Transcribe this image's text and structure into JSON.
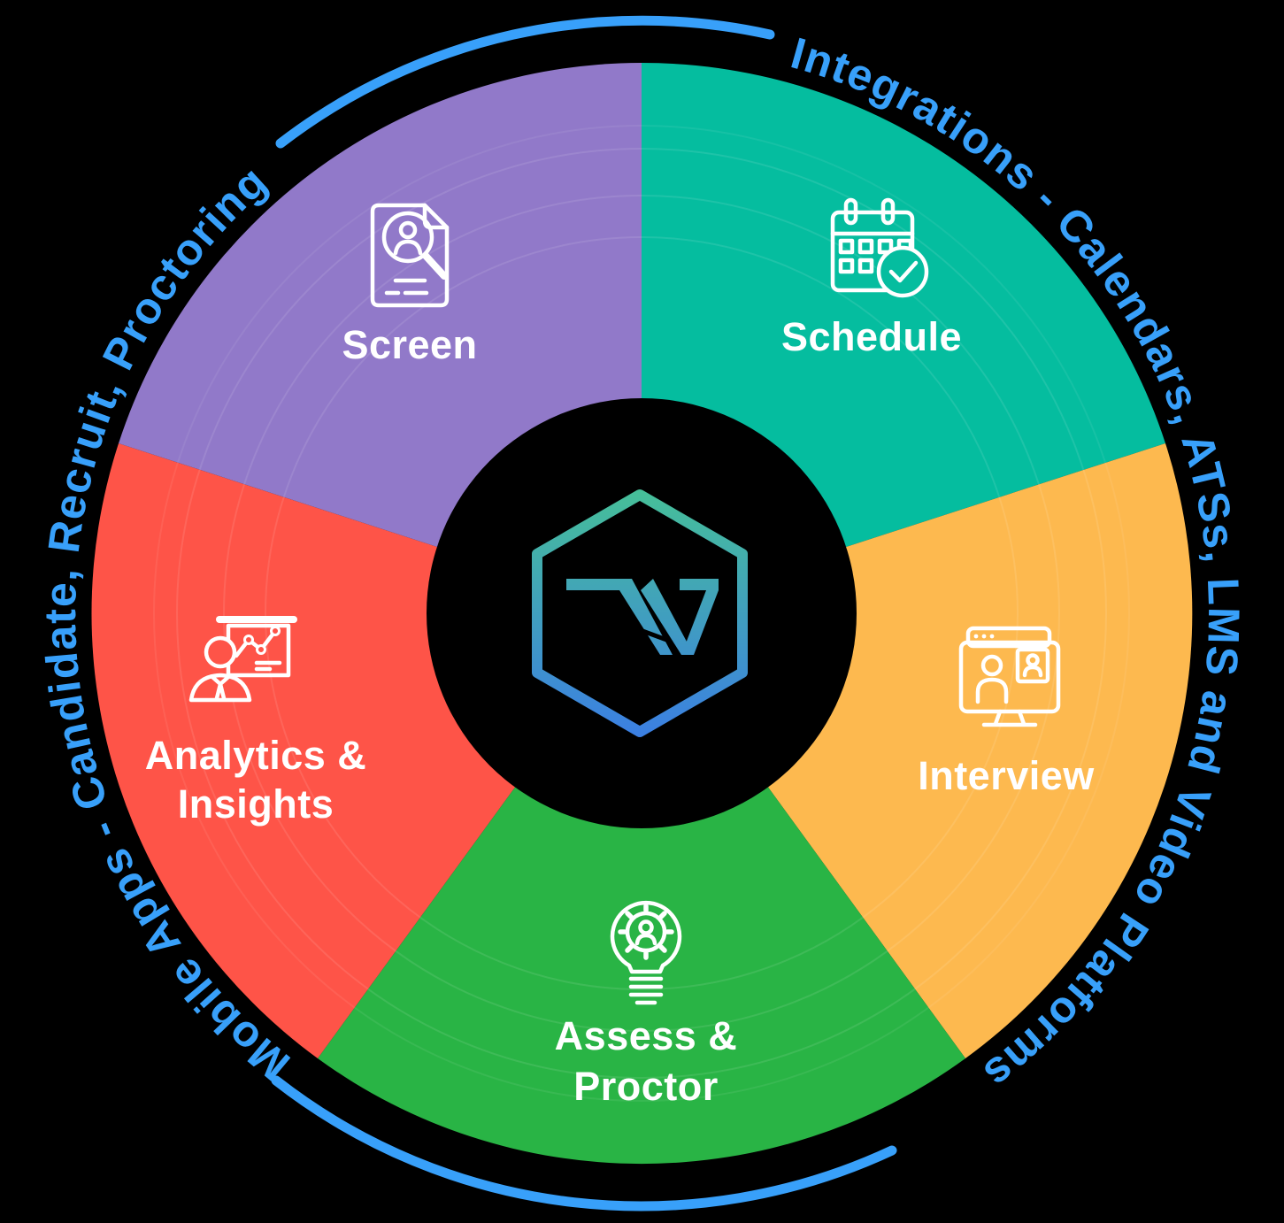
{
  "diagram": {
    "background": "#000000",
    "brand": {
      "logo": "Talview hexagon TV monogram",
      "logo_gradient_top": "#46BF99",
      "logo_gradient_bottom": "#3B7FE3"
    },
    "ring": {
      "accent_color": "#38A0FA",
      "top_text": "Integrations - Calendars, ATSs, LMS and Video Platforms",
      "left_text": "Mobile Apps - Candidate, Recruit, Proctoring"
    },
    "segments": [
      {
        "id": "schedule",
        "lines": [
          "Schedule"
        ],
        "color": "#05BD9F",
        "icon": "calendar-check-icon"
      },
      {
        "id": "interview",
        "lines": [
          "Interview"
        ],
        "color": "#FDB94F",
        "icon": "video-interview-icon"
      },
      {
        "id": "assess-proctor",
        "lines": [
          "Assess &",
          "Proctor"
        ],
        "color": "#29B445",
        "icon": "lightbulb-gear-icon"
      },
      {
        "id": "analytics-insights",
        "lines": [
          "Analytics &",
          "Insights"
        ],
        "color": "#FE5448",
        "icon": "presenter-chart-icon"
      },
      {
        "id": "screen",
        "lines": [
          "Screen"
        ],
        "color": "#9179C9",
        "icon": "resume-search-icon"
      }
    ]
  }
}
